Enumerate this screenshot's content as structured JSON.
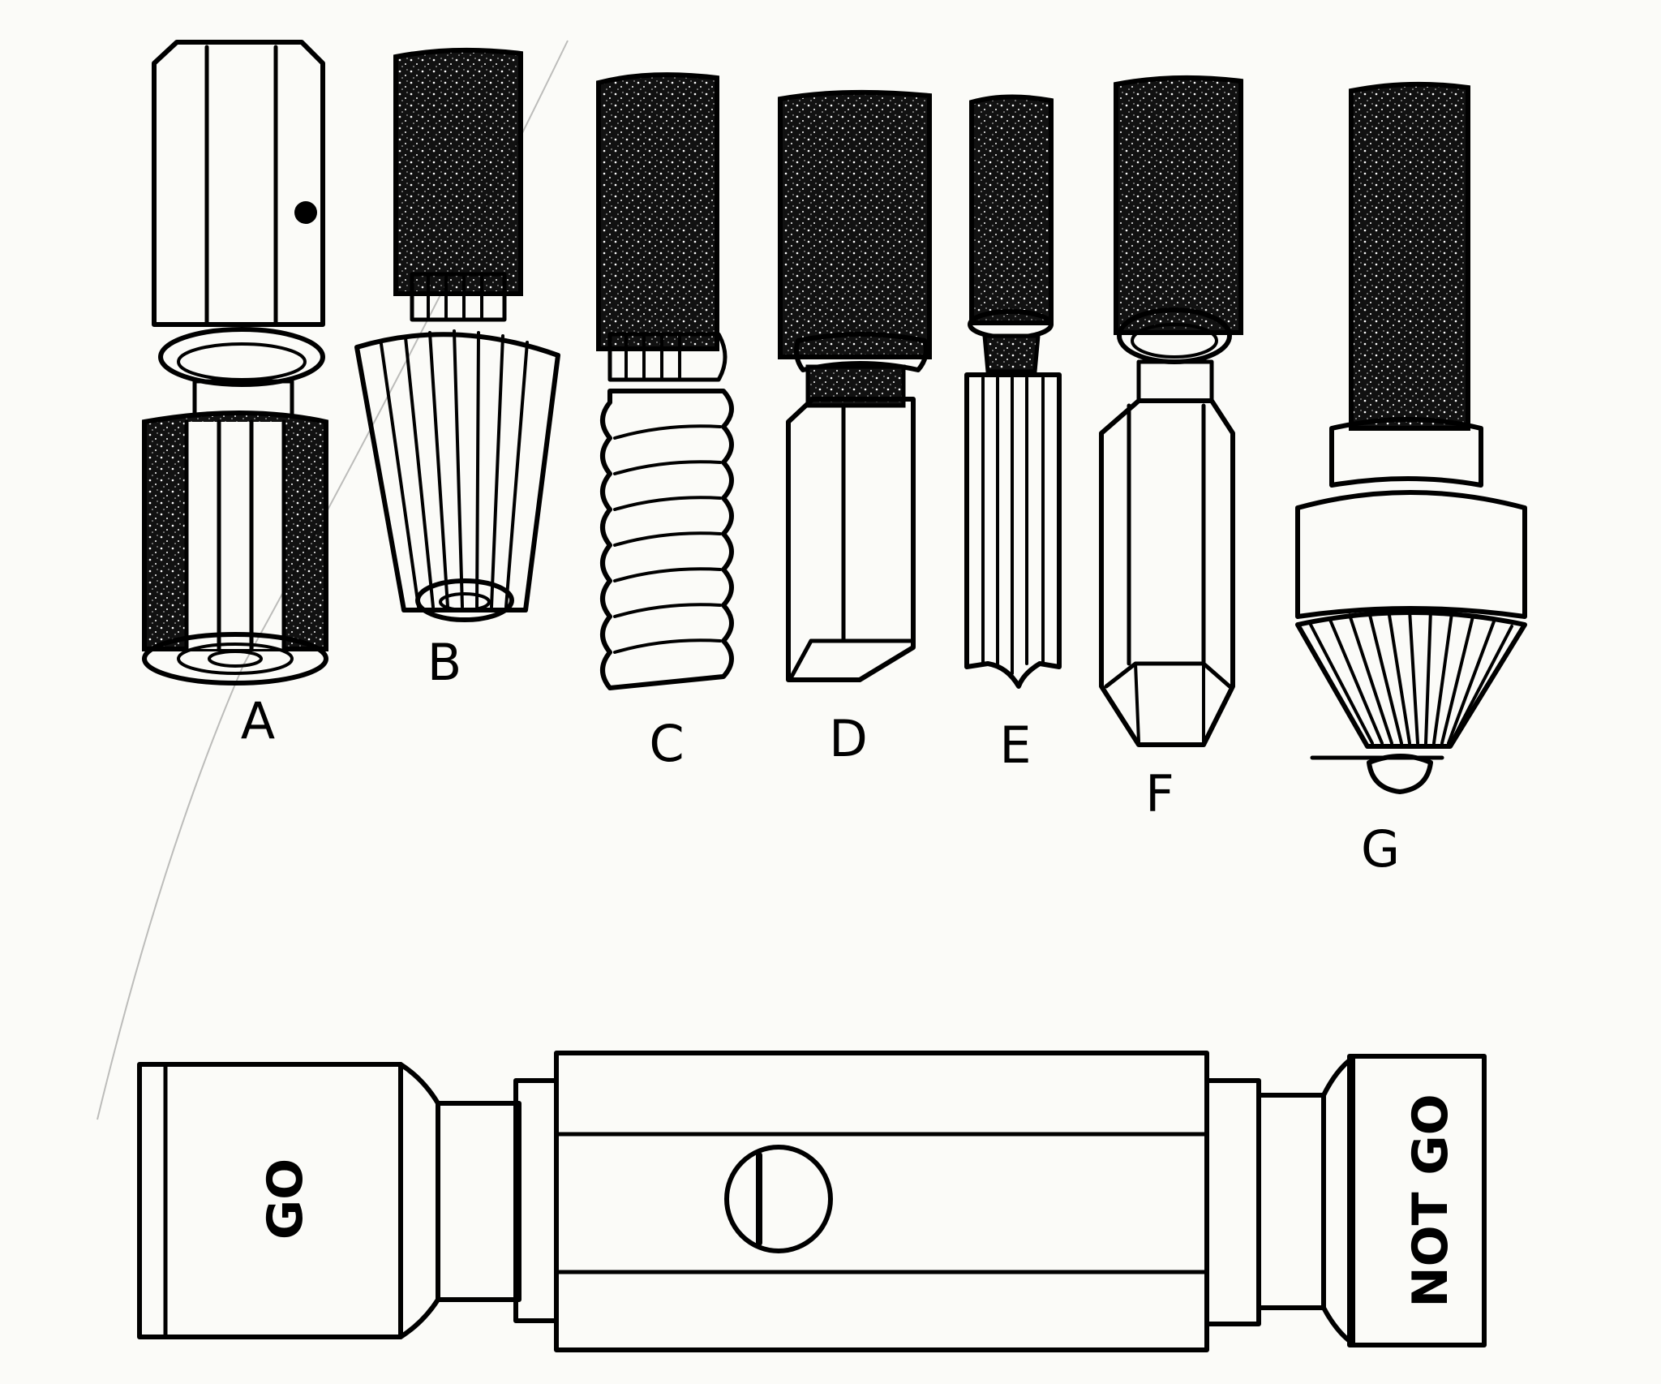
{
  "figure": {
    "tools": [
      {
        "id": "a",
        "label": "A"
      },
      {
        "id": "b",
        "label": "B"
      },
      {
        "id": "c",
        "label": "C"
      },
      {
        "id": "d",
        "label": "D"
      },
      {
        "id": "e",
        "label": "E"
      },
      {
        "id": "f",
        "label": "F"
      },
      {
        "id": "g",
        "label": "G"
      }
    ],
    "plug_gauge": {
      "go_label": "GO",
      "not_go_label": "NOT GO"
    }
  }
}
